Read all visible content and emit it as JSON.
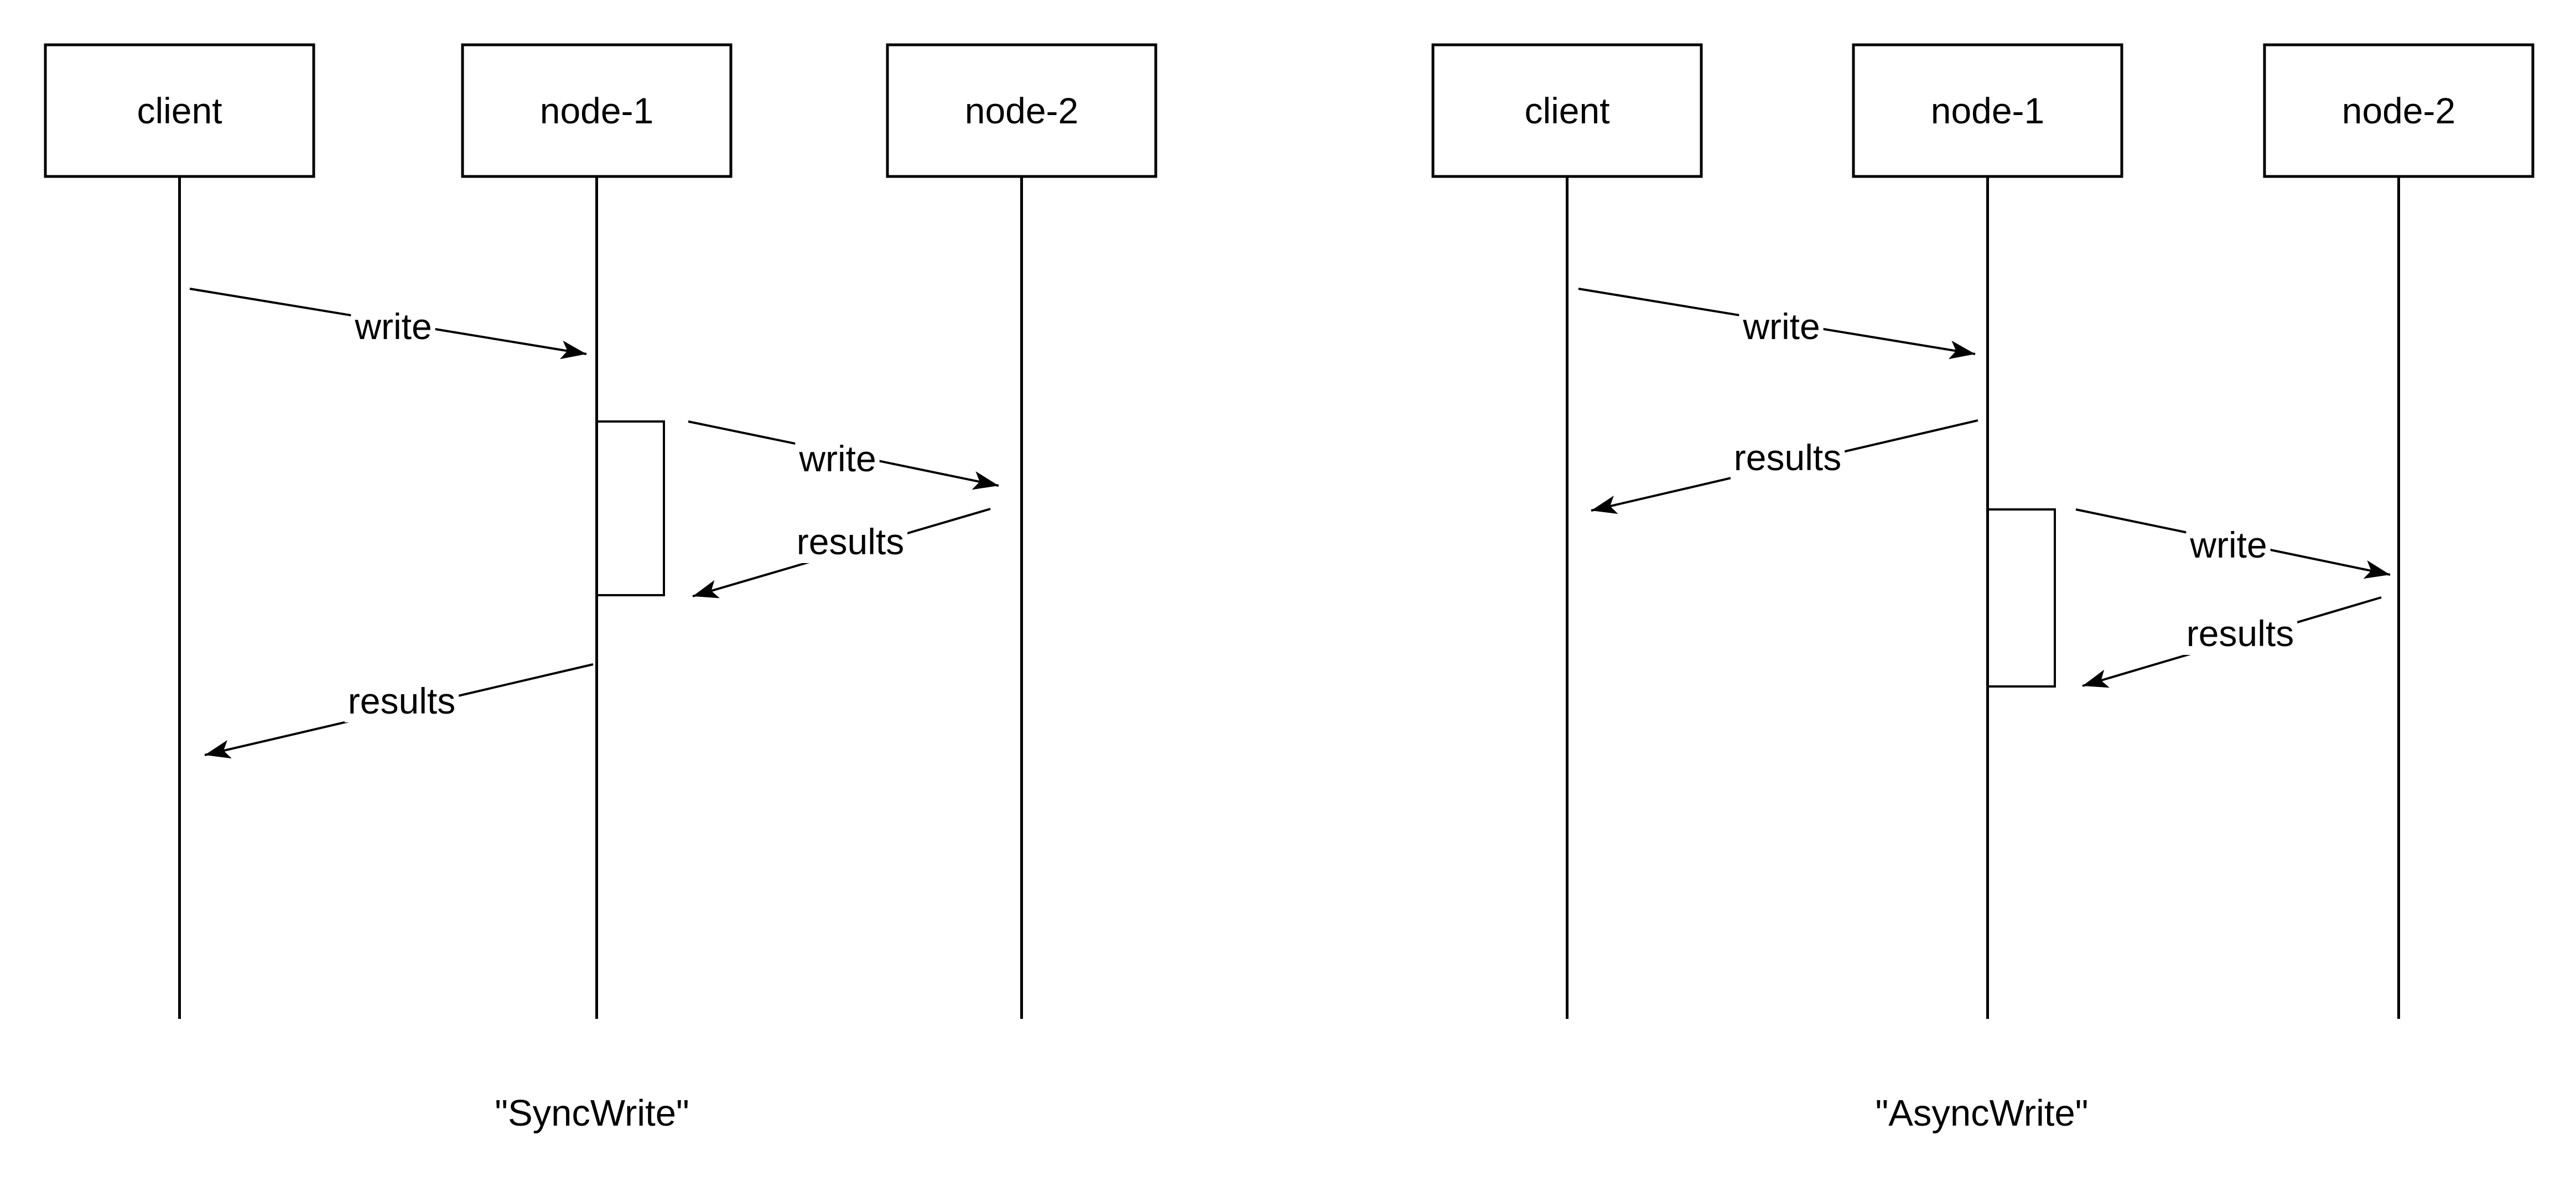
{
  "colors": {
    "ink": "#000000",
    "background": "#ffffff",
    "box_fill": "#ffffff"
  },
  "diagrams": [
    {
      "caption": "\"SyncWrite\"",
      "actors": [
        {
          "label": "client"
        },
        {
          "label": "node-1"
        },
        {
          "label": "node-2"
        }
      ],
      "messages": [
        {
          "label": "write",
          "from": "client",
          "to": "node-1"
        },
        {
          "label": "write",
          "from": "node-1",
          "to": "node-2"
        },
        {
          "label": "results",
          "from": "node-2",
          "to": "node-1"
        },
        {
          "label": "results",
          "from": "node-1",
          "to": "client"
        }
      ]
    },
    {
      "caption": "\"AsyncWrite\"",
      "actors": [
        {
          "label": "client"
        },
        {
          "label": "node-1"
        },
        {
          "label": "node-2"
        }
      ],
      "messages": [
        {
          "label": "write",
          "from": "client",
          "to": "node-1"
        },
        {
          "label": "results",
          "from": "node-1",
          "to": "client"
        },
        {
          "label": "write",
          "from": "node-1",
          "to": "node-2"
        },
        {
          "label": "results",
          "from": "node-2",
          "to": "node-1"
        }
      ]
    }
  ]
}
